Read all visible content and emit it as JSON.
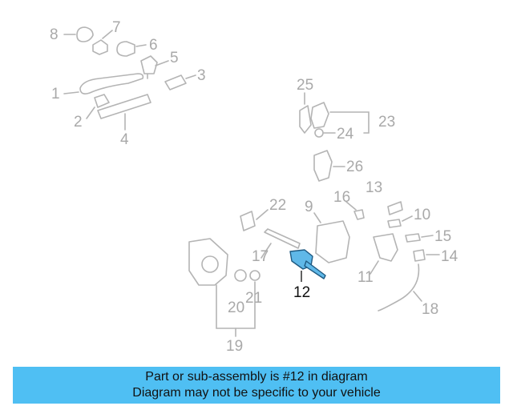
{
  "diagram": {
    "highlight_color": "#5fb8e8",
    "labels": {
      "l1": "1",
      "l2": "2",
      "l3": "3",
      "l4": "4",
      "l5": "5",
      "l6": "6",
      "l7": "7",
      "l8": "8",
      "l9": "9",
      "l10": "10",
      "l11": "11",
      "l12": "12",
      "l13": "13",
      "l14": "14",
      "l15": "15",
      "l16": "16",
      "l17": "17",
      "l18": "18",
      "l19": "19",
      "l20": "20",
      "l21": "21",
      "l22": "22",
      "l23": "23",
      "l24": "24",
      "l25": "25",
      "l26": "26"
    }
  },
  "banner": {
    "line1": "Part or sub-assembly is #12 in diagram",
    "line2": "Diagram may not be specific to your vehicle",
    "background": "#4fbff3"
  }
}
